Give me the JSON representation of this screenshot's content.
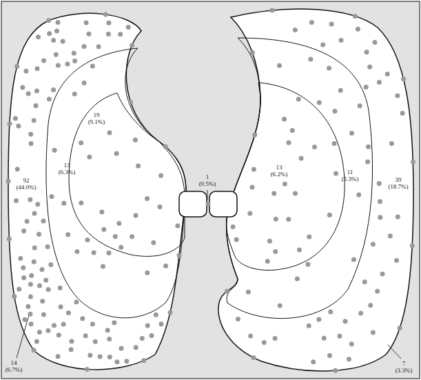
{
  "diagram": {
    "labels": [
      "92 (44.0%)",
      "13 (6.3%)",
      "19 (9.1%)",
      "1 (0.5%)",
      "13 (6.2%)",
      "11 (5.3%)",
      "39 (18.7%)",
      "14 (6.7%)",
      "7 (3.3%)"
    ]
  }
}
